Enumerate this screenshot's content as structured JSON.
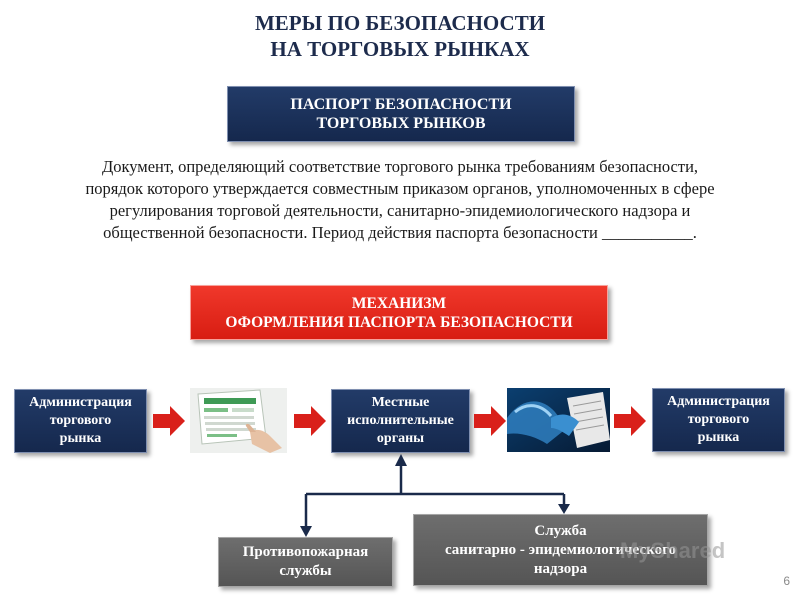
{
  "title": {
    "line1": "МЕРЫ ПО БЕЗОПАСНОСТИ",
    "line2": "НА ТОРГОВЫХ РЫНКАХ"
  },
  "passport_box": {
    "line1": "ПАСПОРТ БЕЗОПАСНОСТИ",
    "line2": "ТОРГОВЫХ РЫНКОВ"
  },
  "description": {
    "line1": "Документ, определяющий соответствие торгового рынка требованиям безопасности,",
    "line2": "порядок которого утверждается совместным приказом органов, уполномоченных в сфере",
    "line3": "регулирования торговой деятельности, санитарно-эпидемиологического надзора и",
    "line4": "общественной безопасности. Период действия паспорта безопасности ___________."
  },
  "mechanism_box": {
    "line1": "МЕХАНИЗМ",
    "line2": "ОФОРМЛЕНИЯ ПАСПОРТА БЕЗОПАСНОСТИ"
  },
  "flow": {
    "admin_left": {
      "line1": "Администрация",
      "line2": "торгового",
      "line3": "рынка"
    },
    "local_bodies": {
      "line1": "Местные",
      "line2": "исполнительные",
      "line3": "органы"
    },
    "admin_right": {
      "line1": "Администрация",
      "line2": "торгового",
      "line3": "рынка"
    }
  },
  "bottom": {
    "fire_service": {
      "line1": "Противопожарная",
      "line2": "службы"
    },
    "sanitary_service": {
      "line1": "Служба",
      "line2": "санитарно - эпидемиологического",
      "line3": "надзора"
    }
  },
  "watermark": "MyShared",
  "slide_number": "6",
  "colors": {
    "navy": "#1d3461",
    "red": "#e8281d",
    "gray": "#606060",
    "arrow_red": "#d9201a",
    "connector": "#1a2a4a"
  }
}
